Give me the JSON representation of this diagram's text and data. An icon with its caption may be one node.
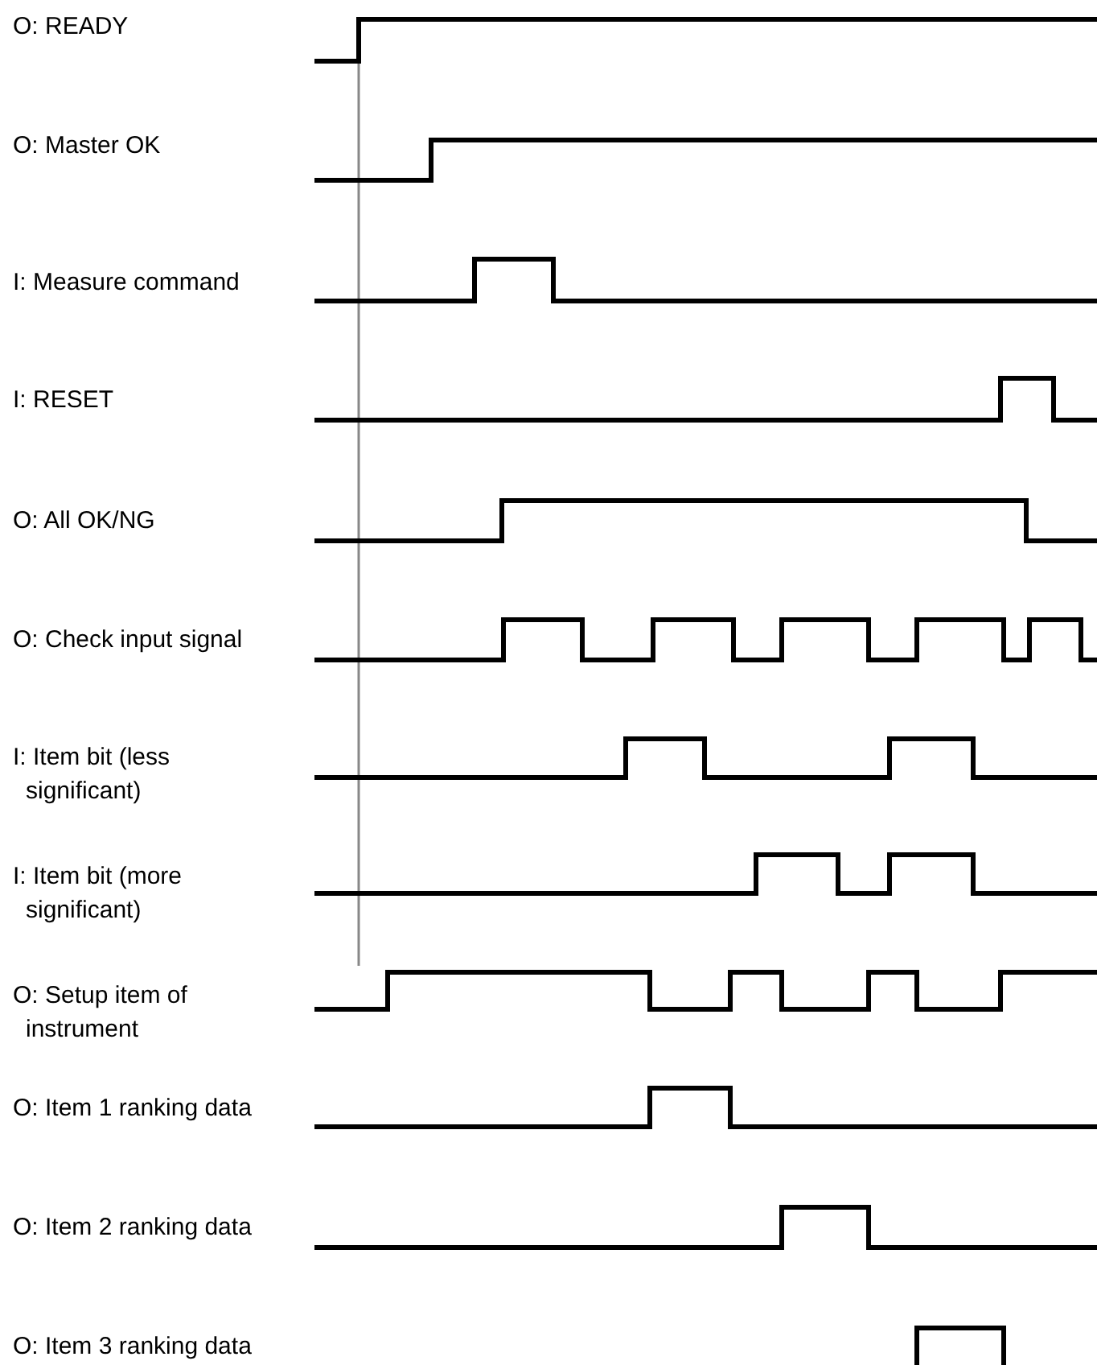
{
  "diagram": {
    "labels": [
      "O: READY",
      "O: Master OK",
      "I: Measure command",
      "I: RESET",
      "O: All OK/NG",
      "O: Check input signal",
      "I: Item bit (less significant)",
      "I: Item bit (more significant)",
      "O: Setup item of instrument",
      "O: Item 1 ranking data",
      "O: Item 2 ranking data",
      "O: Item 3 ranking data"
    ]
  }
}
